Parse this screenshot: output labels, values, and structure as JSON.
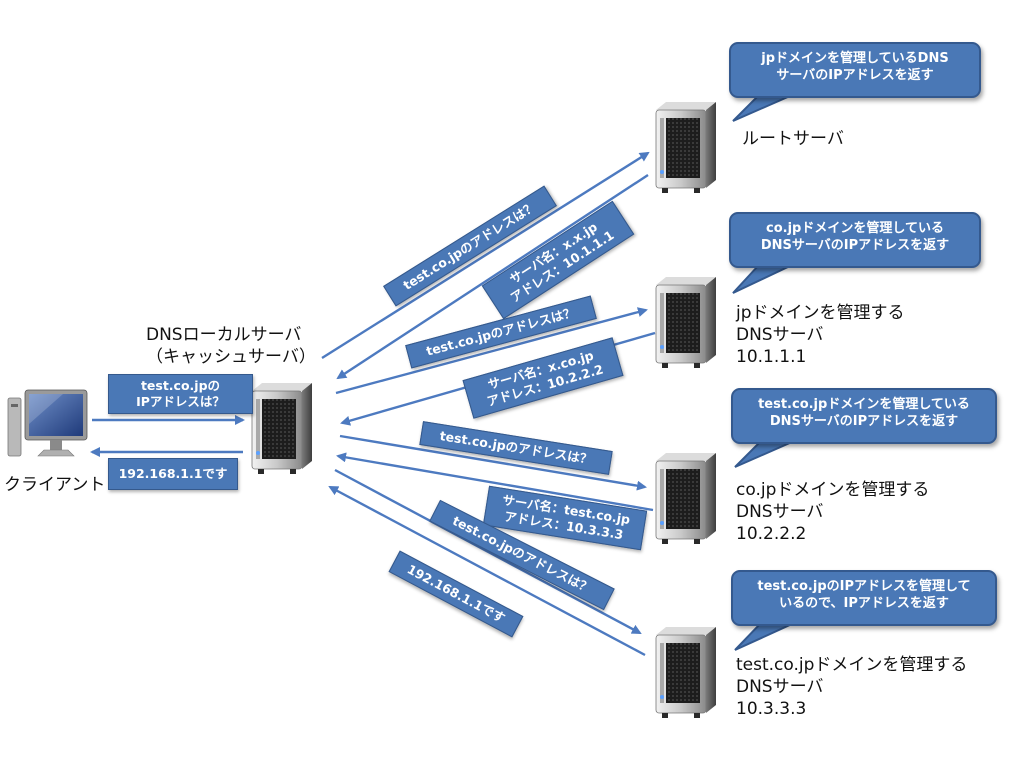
{
  "nodes": {
    "client": {
      "label": "クライアント"
    },
    "local_dns": {
      "label_lines": [
        "DNSローカルサーバ",
        "（キャッシュサーバ）"
      ]
    },
    "root": {
      "label_lines": [
        "ルートサーバ"
      ]
    },
    "jp": {
      "label_lines": [
        "jpドメインを管理する",
        "DNSサーバ",
        "10.1.1.1"
      ]
    },
    "cojp": {
      "label_lines": [
        "co.jpドメインを管理する",
        "DNSサーバ",
        "10.2.2.2"
      ]
    },
    "testcojp": {
      "label_lines": [
        "test.co.jpドメインを管理する",
        "DNSサーバ",
        "10.3.3.3"
      ]
    }
  },
  "bubbles": {
    "root": [
      "jpドメインを管理しているDNS",
      "サーバのIPアドレスを返す"
    ],
    "jp": [
      "co.jpドメインを管理している",
      "DNSサーバのIPアドレスを返す"
    ],
    "cojp": [
      "test.co.jpドメインを管理している",
      "DNSサーバのIPアドレスを返す"
    ],
    "testcojp": [
      "test.co.jpのIPアドレスを管理して",
      "いるので、IPアドレスを返す"
    ]
  },
  "messages": {
    "client_query": [
      "test.co.jpの",
      "IPアドレスは？"
    ],
    "client_answer": [
      "192.168.1.1です"
    ],
    "q_root": [
      "test.co.jpのアドレスは？"
    ],
    "a_root": [
      "サーバ名：x.x.jp",
      "アドレス：10.1.1.1"
    ],
    "q_jp": [
      "test.co.jpのアドレスは？"
    ],
    "a_jp": [
      "サーバ名：x.co.jp",
      "アドレス：10.2.2.2"
    ],
    "q_cojp": [
      "test.co.jpのアドレスは？"
    ],
    "a_cojp": [
      "サーバ名：test.co.jp",
      "アドレス：10.3.3.3"
    ],
    "q_test": [
      "test.co.jpのアドレスは？"
    ],
    "a_test": [
      "192.168.1.1です"
    ]
  }
}
